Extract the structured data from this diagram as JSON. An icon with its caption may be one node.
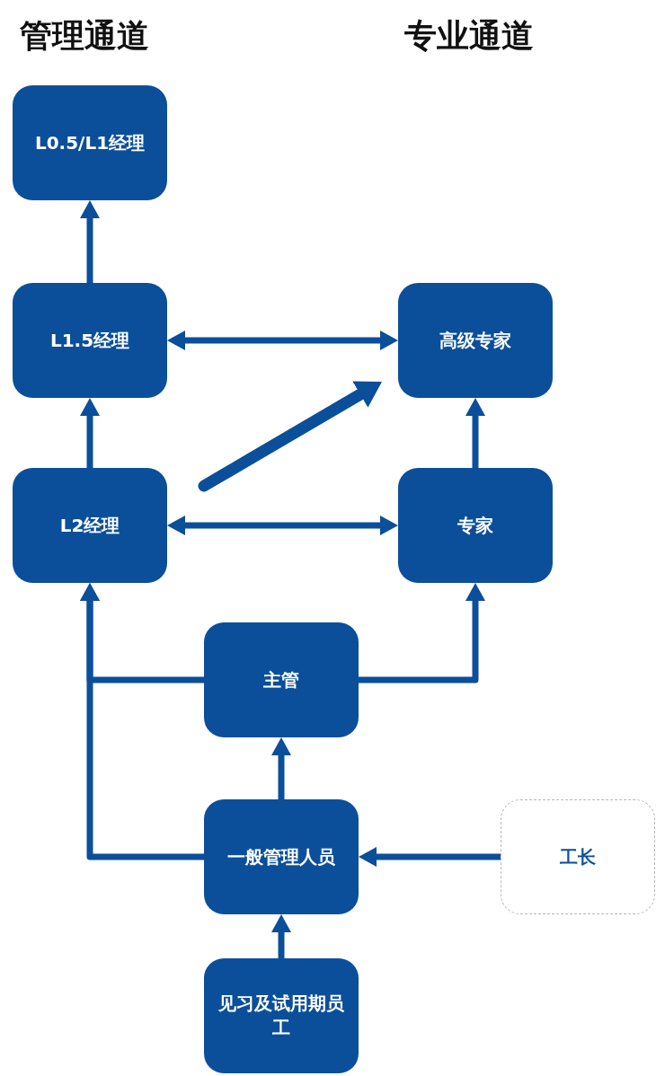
{
  "diagram": {
    "nodes": [
      {
        "text": [
          "L0.5/L1经理"
        ]
      },
      {
        "text": [
          "L1.5经理"
        ]
      },
      {
        "text": [
          "高级专家"
        ]
      },
      {
        "text": [
          "L2经理"
        ]
      },
      {
        "text": [
          "专家"
        ]
      },
      {
        "text": [
          "主管"
        ]
      },
      {
        "text": [
          "一般管理人员"
        ]
      },
      {
        "text": [
          "工长"
        ]
      },
      {
        "text": [
          "见习及试用期员工"
        ]
      }
    ],
    "edges": [
      {
        "from": 1,
        "to": 0,
        "arrow": "to"
      },
      {
        "from": 1,
        "to": 2,
        "arrow": "both"
      },
      {
        "from": 3,
        "to": 2,
        "arrow": "to",
        "style": "thick"
      },
      {
        "from": 3,
        "to": 1,
        "arrow": "to"
      },
      {
        "from": 3,
        "to": 4,
        "arrow": "both"
      },
      {
        "from": 4,
        "to": 2,
        "arrow": "to"
      },
      {
        "from": 5,
        "to": 3,
        "arrow": "to"
      },
      {
        "from": 5,
        "to": 4,
        "arrow": "to"
      },
      {
        "from": 6,
        "to": 3,
        "arrow": "to"
      },
      {
        "from": 6,
        "to": 5,
        "arrow": "to"
      },
      {
        "from": 7,
        "to": 6,
        "arrow": "to"
      },
      {
        "from": 8,
        "to": 6,
        "arrow": "to"
      }
    ],
    "labels": [
      "管理通道",
      "专业通道"
    ]
  }
}
